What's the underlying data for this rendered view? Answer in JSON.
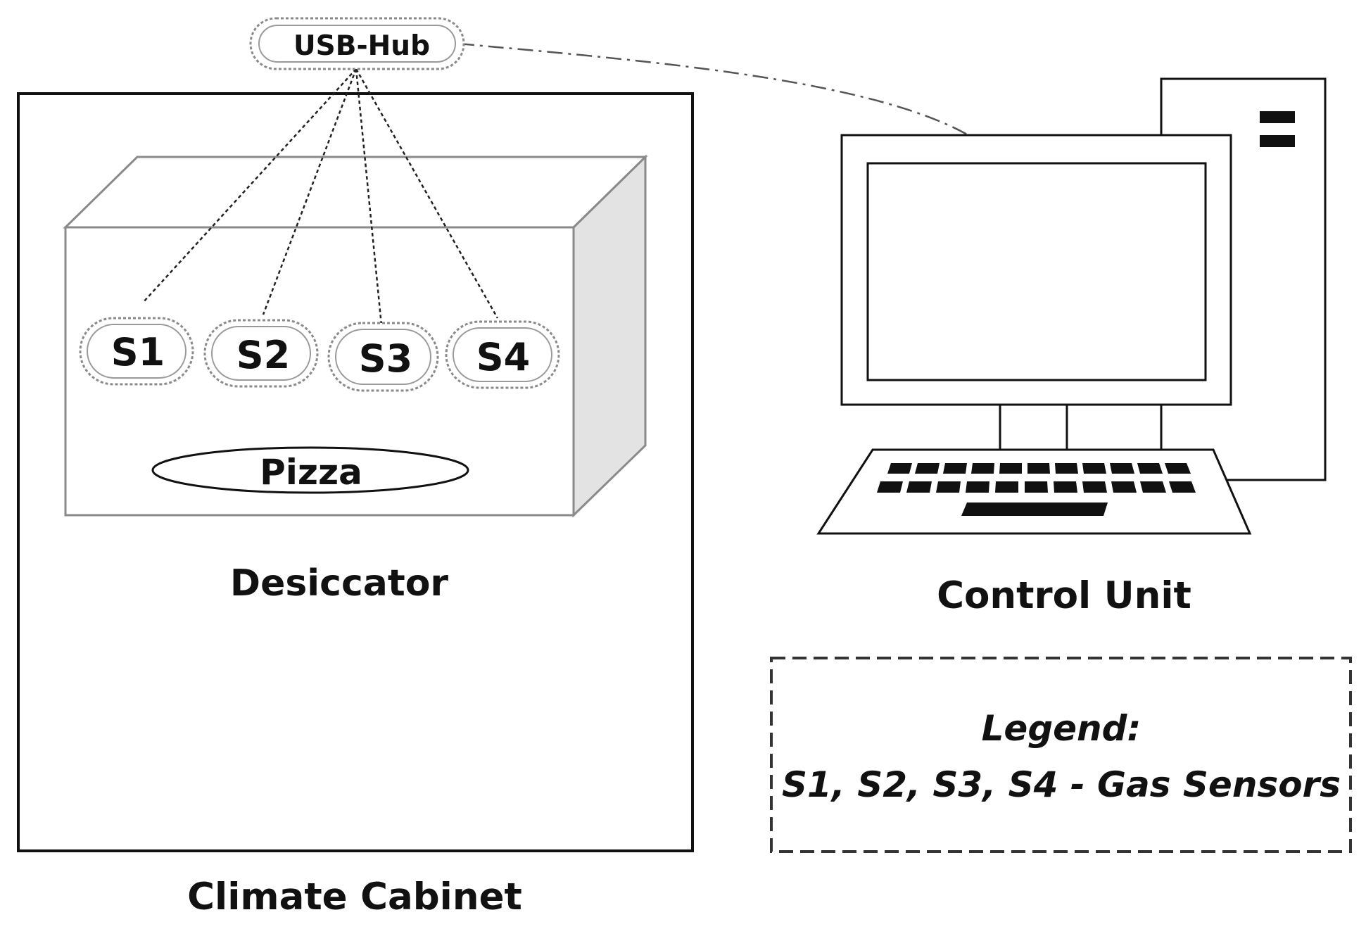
{
  "hub": {
    "label": "USB-Hub"
  },
  "sensors": [
    {
      "label": "S1"
    },
    {
      "label": "S2"
    },
    {
      "label": "S3"
    },
    {
      "label": "S4"
    }
  ],
  "sample": {
    "label": "Pizza"
  },
  "desiccator": {
    "label": "Desiccator"
  },
  "cabinet": {
    "label": "Climate Cabinet"
  },
  "computer": {
    "label": "Control Unit"
  },
  "legend": {
    "title": "Legend:",
    "text": "S1, S2, S3, S4 - Gas Sensors"
  }
}
